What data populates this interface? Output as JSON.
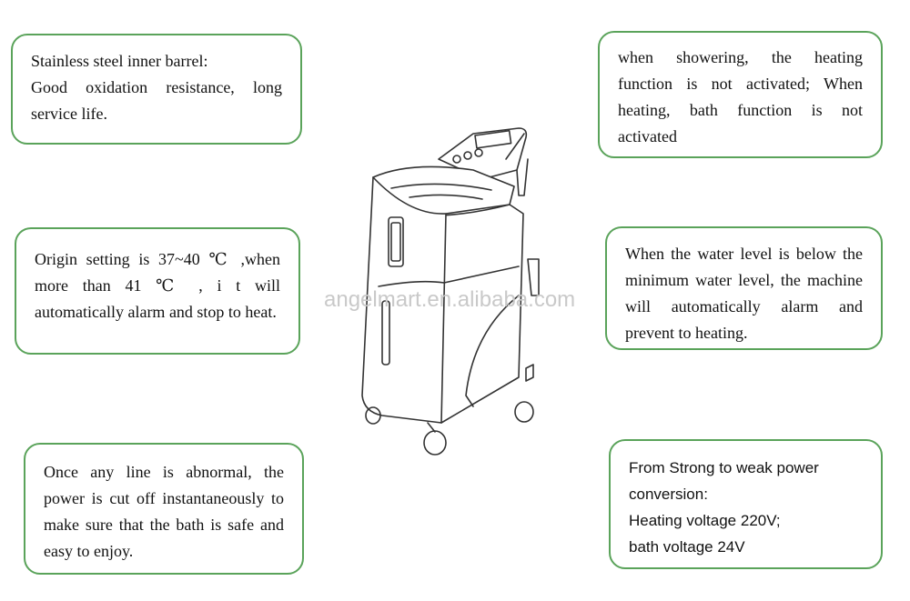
{
  "cards": {
    "barrel": {
      "title": "Stainless steel inner barrel:",
      "body": "Good oxidation resistance, long service life."
    },
    "shower": {
      "body": "when showering, the heating function is not activated; When heating, bath function is not activated"
    },
    "temperature": {
      "body": "Origin setting is 37~40 ℃ ,when more than 41 ℃ , i t will automatically alarm and stop to heat."
    },
    "water_level": {
      "body": "When the water level is below the minimum water level, the machine will automatically alarm and prevent to heating."
    },
    "power_cut": {
      "body": "Once any line is abnormal, the power is cut off instantaneously to make sure that the bath is safe and easy to enjoy."
    },
    "voltage": {
      "line1": "From Strong to weak  power conversion:",
      "line2": "Heating voltage 220V;",
      "line3": "bath voltage 24V"
    }
  },
  "watermark": "angelmart.en.alibaba.com",
  "image": {
    "icon": "foot-bath-machine-illustration"
  }
}
